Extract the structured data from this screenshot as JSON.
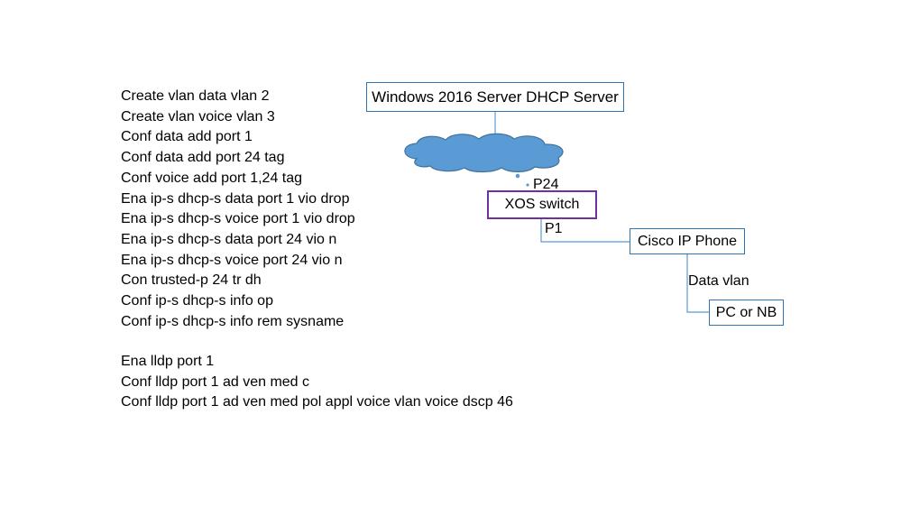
{
  "commands_block1": [
    "Create vlan data vlan 2",
    "Create vlan voice vlan 3",
    "Conf data add port 1",
    "Conf data add port 24 tag",
    "Conf voice add port 1,24 tag",
    "Ena ip-s dhcp-s data port 1 vio drop",
    "Ena ip-s dhcp-s voice port 1 vio drop",
    "Ena ip-s dhcp-s data port 24 vio n",
    "Ena ip-s dhcp-s voice port 24 vio n",
    "Con trusted-p 24 tr dh",
    "Conf ip-s dhcp-s info op",
    "Conf ip-s dhcp-s info rem sysname"
  ],
  "commands_block2": [
    "Ena lldp port 1",
    "Conf lldp port 1 ad ven med c",
    "Conf lldp port 1 ad ven med pol appl voice vlan voice dscp 46"
  ],
  "diagram": {
    "server_label": "Windows 2016 Server DHCP Server",
    "switch_label": "XOS switch",
    "phone_label": "Cisco IP Phone",
    "pc_label": "PC or NB",
    "port_uplink_label": "P24",
    "port_downlink_label": "P1",
    "link_label": "Data vlan",
    "colors": {
      "box_border": "#2e75b6",
      "switch_border": "#7030a0",
      "cloud_fill": "#5b9bd5",
      "cloud_stroke": "#41719c",
      "connector": "#5b9bd5"
    }
  }
}
